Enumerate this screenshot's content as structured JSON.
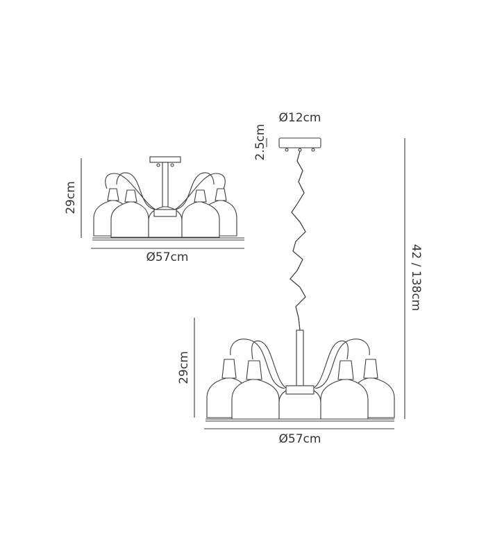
{
  "colors": {
    "line": "#3a3a3a",
    "text": "#333333",
    "background": "#ffffff"
  },
  "semi_flush": {
    "height_label": "29cm",
    "width_label": "Ø57cm"
  },
  "pendant": {
    "canopy_diameter_label": "Ø12cm",
    "canopy_height_label": "2.5cm",
    "drop_label": "42 / 138cm",
    "height_label": "29cm",
    "width_label": "Ø57cm"
  }
}
